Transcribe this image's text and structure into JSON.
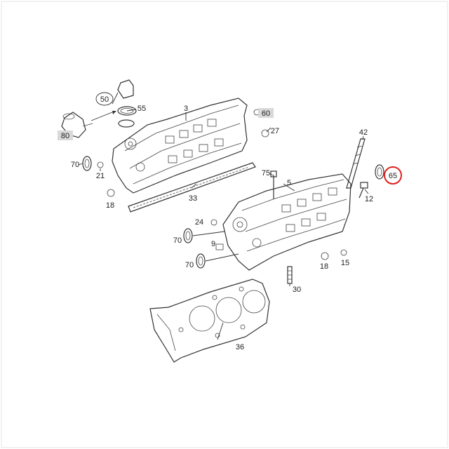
{
  "diagram": {
    "callouts": [
      {
        "id": "3",
        "text": "3",
        "style": "plain"
      },
      {
        "id": "5",
        "text": "5",
        "style": "plain"
      },
      {
        "id": "12",
        "text": "12",
        "style": "plain"
      },
      {
        "id": "15",
        "text": "15",
        "style": "plain"
      },
      {
        "id": "18a",
        "text": "18",
        "style": "plain"
      },
      {
        "id": "18b",
        "text": "18",
        "style": "plain"
      },
      {
        "id": "21",
        "text": "21",
        "style": "plain"
      },
      {
        "id": "24",
        "text": "24",
        "style": "plain"
      },
      {
        "id": "27",
        "text": "27",
        "style": "plain"
      },
      {
        "id": "30",
        "text": "30",
        "style": "plain"
      },
      {
        "id": "33",
        "text": "33",
        "style": "plain"
      },
      {
        "id": "36",
        "text": "36",
        "style": "plain"
      },
      {
        "id": "42",
        "text": "42",
        "style": "plain"
      },
      {
        "id": "50",
        "text": "50",
        "style": "circle"
      },
      {
        "id": "55",
        "text": "55",
        "style": "plain"
      },
      {
        "id": "60",
        "text": "60",
        "style": "box"
      },
      {
        "id": "65",
        "text": "65",
        "style": "highlight"
      },
      {
        "id": "70a",
        "text": "70",
        "style": "plain"
      },
      {
        "id": "70b",
        "text": "70",
        "style": "plain"
      },
      {
        "id": "70c",
        "text": "70",
        "style": "plain"
      },
      {
        "id": "75",
        "text": "75",
        "style": "plain"
      },
      {
        "id": "80",
        "text": "80",
        "style": "box"
      },
      {
        "id": "9",
        "text": "9",
        "style": "plain"
      }
    ],
    "colors": {
      "highlight_ring": "#e02020",
      "box_fill": "#d9d9d9",
      "line": "#333333"
    }
  }
}
